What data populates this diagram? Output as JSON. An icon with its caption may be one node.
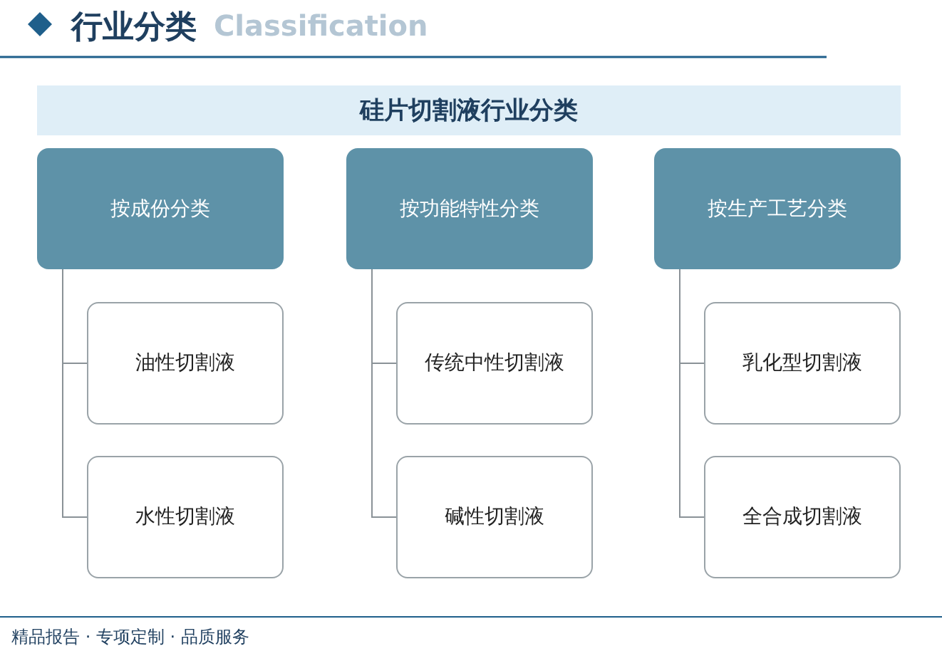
{
  "diagram": {
    "title": "硅片切割液行业分类",
    "nodes": [
      {
        "text": [
          "按成份分类"
        ]
      },
      {
        "text": [
          "油性切割液"
        ]
      },
      {
        "text": [
          "水性切割液"
        ]
      },
      {
        "text": [
          "按功能特性分类"
        ]
      },
      {
        "text": [
          "传统中性切割液"
        ]
      },
      {
        "text": [
          "碱性切割液"
        ]
      },
      {
        "text": [
          "按生产工艺分类"
        ]
      },
      {
        "text": [
          "乳化型切割液"
        ]
      },
      {
        "text": [
          "全合成切割液"
        ]
      }
    ],
    "edges": [
      {
        "from": 0,
        "to": 1,
        "arrow": "none"
      },
      {
        "from": 0,
        "to": 2,
        "arrow": "none"
      },
      {
        "from": 3,
        "to": 4,
        "arrow": "none"
      },
      {
        "from": 3,
        "to": 5,
        "arrow": "none"
      },
      {
        "from": 6,
        "to": 7,
        "arrow": "none"
      },
      {
        "from": 6,
        "to": 8,
        "arrow": "none"
      }
    ],
    "labels": [
      "行业分类",
      "Classification",
      "精品报告 · 专项定制 · 品质服务"
    ]
  }
}
